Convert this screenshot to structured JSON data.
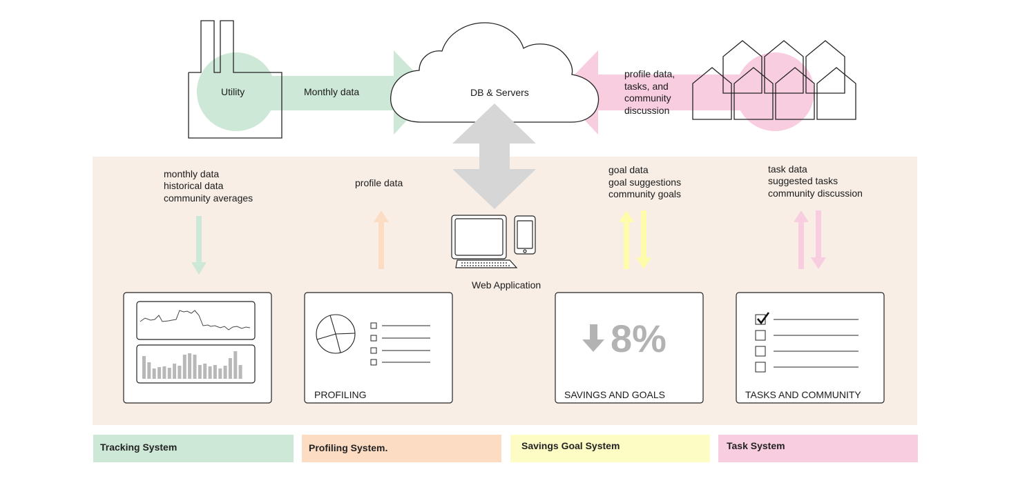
{
  "top": {
    "utility_label": "Utility",
    "monthly_arrow_label": "Monthly data",
    "cloud_label": "DB & Servers",
    "community_flow_lines": [
      "profile data,",
      "tasks, and",
      "community",
      "discussion"
    ]
  },
  "web_app_label": "Web Application",
  "flows": {
    "tracking": [
      "monthly data",
      "historical data",
      "community averages"
    ],
    "profiling": [
      "profile data"
    ],
    "goals": [
      "goal data",
      "goal suggestions",
      "community goals"
    ],
    "tasks": [
      "task data",
      "suggested tasks",
      "community discussion"
    ]
  },
  "panels": {
    "profiling_title": "PROFILING",
    "savings_title": "SAVINGS AND GOALS",
    "savings_value": "8%",
    "tasks_title": "TASKS AND COMMUNITY"
  },
  "legend": [
    {
      "label": "Tracking System",
      "color": "#cde8d6"
    },
    {
      "label": "Profiling System.",
      "color": "#fddcc4"
    },
    {
      "label": "Savings Goal System",
      "color": "#fefcc5"
    },
    {
      "label": "Task System",
      "color": "#f8cde0"
    }
  ],
  "colors": {
    "zone_bg": "#f8eee6",
    "green": "#cde8d6",
    "pink": "#f8cde0",
    "peach": "#fddcc4",
    "yellow": "#fefcaa",
    "gray_arrow": "#d6d6d6"
  }
}
